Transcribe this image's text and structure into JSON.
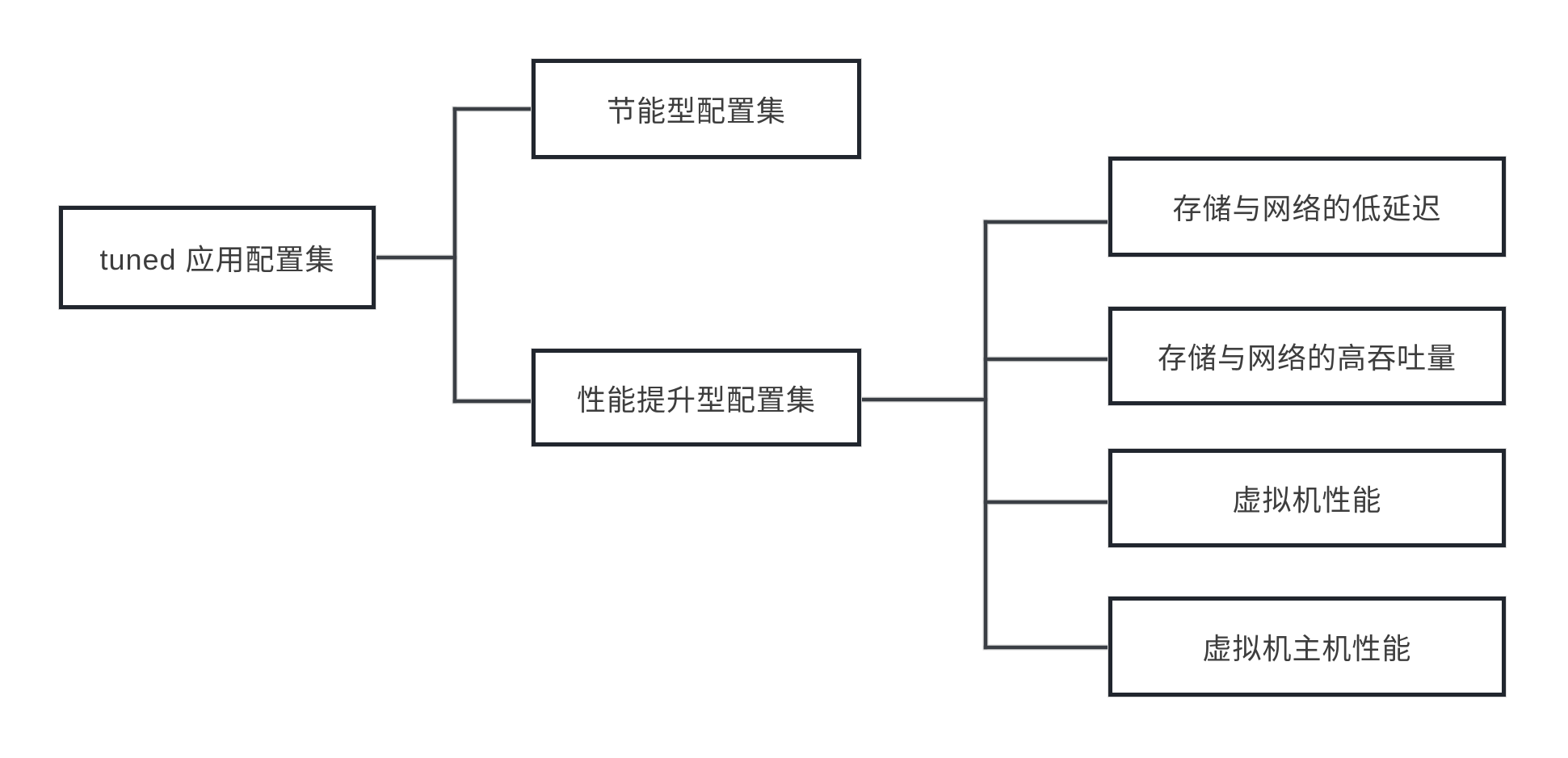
{
  "diagram": {
    "type": "tree-flowchart",
    "orientation": "left-to-right",
    "colors": {
      "canvas_bg": "#ffffff",
      "node_border": "#21262e",
      "edge": "#3a3e44",
      "edge_halo": "#d8d8d8",
      "text": "#3d3d3d"
    },
    "nodes": {
      "root": {
        "label": "tuned 应用配置集"
      },
      "eco": {
        "label": "节能型配置集"
      },
      "perf": {
        "label": "性能提升型配置集"
      },
      "low_latency": {
        "label": "存储与网络的低延迟"
      },
      "high_throughput": {
        "label": "存储与网络的高吞吐量"
      },
      "vm_perf": {
        "label": "虚拟机性能"
      },
      "vm_host_perf": {
        "label": "虚拟机主机性能"
      }
    },
    "edges": [
      {
        "from": "root",
        "to": "eco"
      },
      {
        "from": "root",
        "to": "perf"
      },
      {
        "from": "perf",
        "to": "low_latency"
      },
      {
        "from": "perf",
        "to": "high_throughput"
      },
      {
        "from": "perf",
        "to": "vm_perf"
      },
      {
        "from": "perf",
        "to": "vm_host_perf"
      }
    ]
  }
}
